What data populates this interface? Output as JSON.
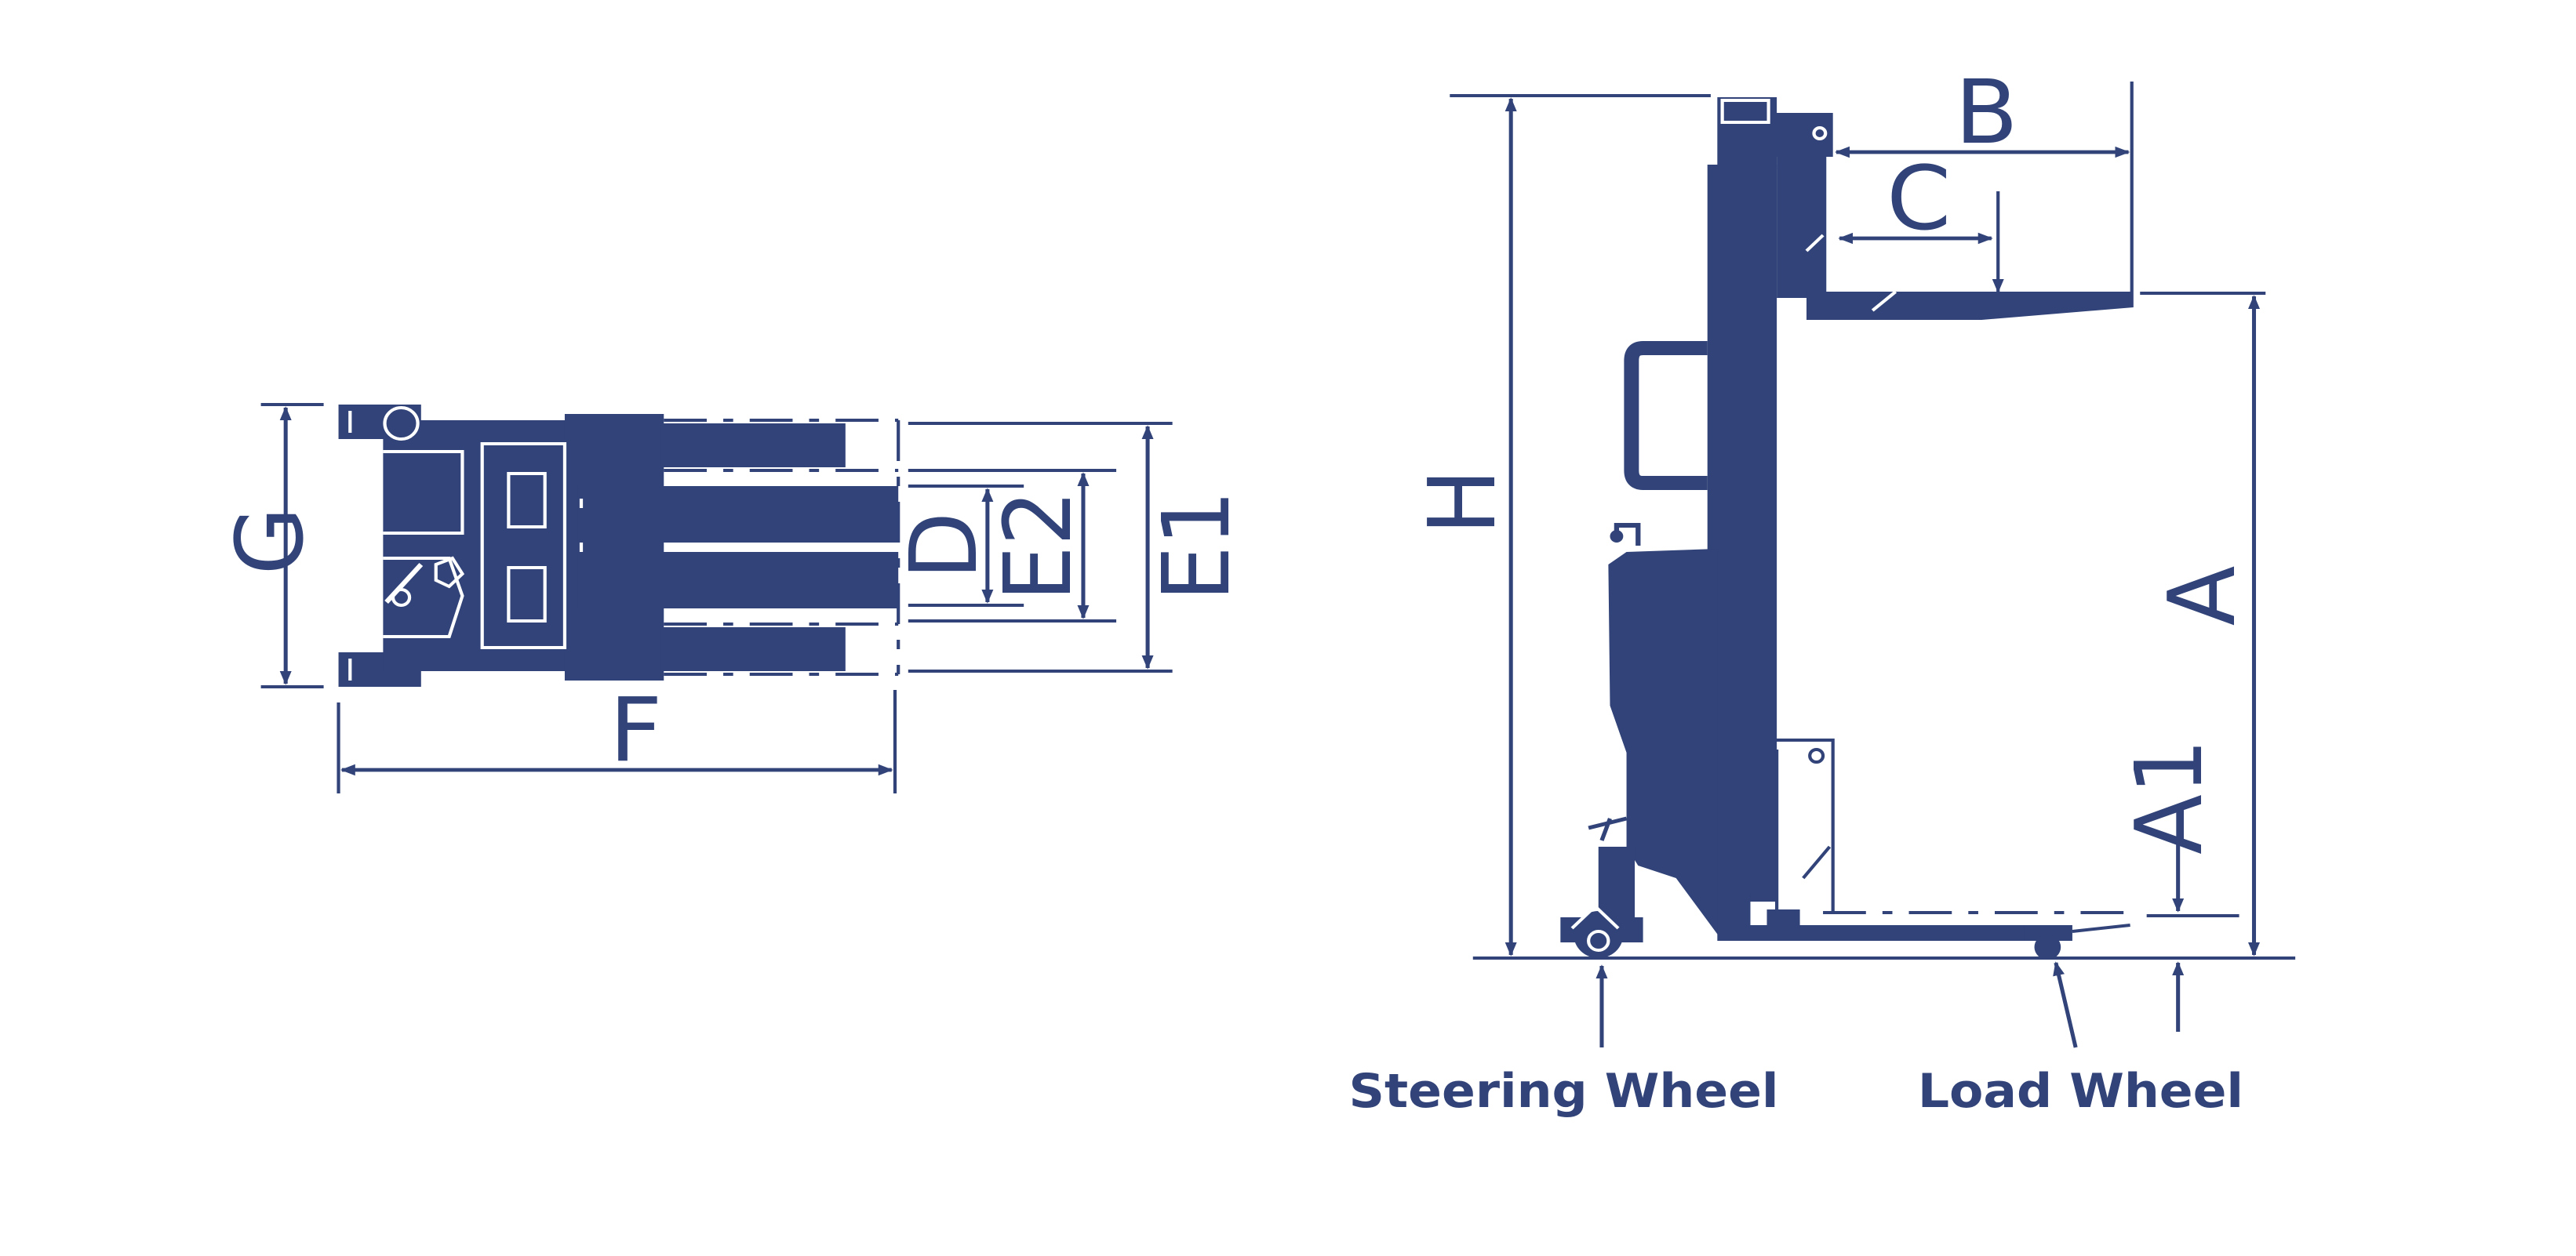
{
  "colors": {
    "accent": "#314378",
    "background": "#ffffff"
  },
  "top_view": {
    "dimensions": {
      "g": "G",
      "f": "F",
      "d": "D",
      "e2": "E2",
      "e1": "E1"
    }
  },
  "side_view": {
    "dimensions": {
      "h": "H",
      "b": "B",
      "c": "C",
      "a": "A",
      "a1": "A1"
    },
    "labels": {
      "steering_wheel": "Steering Wheel",
      "load_wheel": "Load Wheel"
    }
  }
}
